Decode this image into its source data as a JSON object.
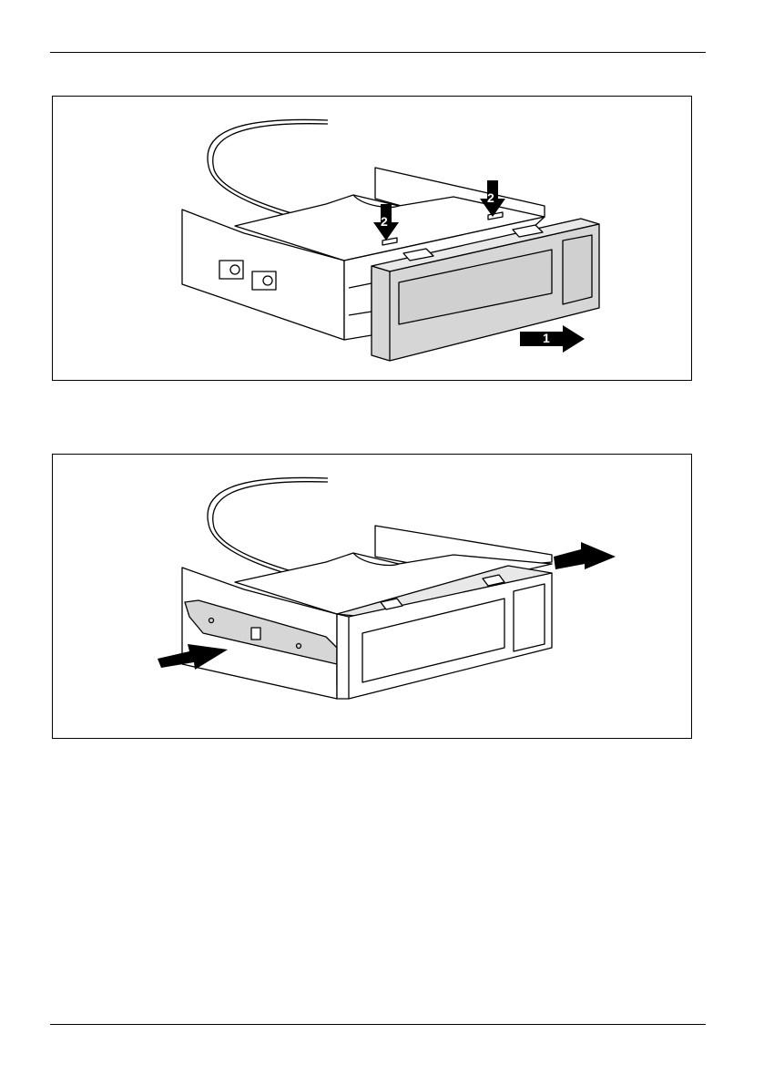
{
  "page": {
    "header_rule": true,
    "footer_rule": true
  },
  "figure_1": {
    "callouts": {
      "step_1": "1",
      "step_2a": "2",
      "step_2b": "2"
    }
  },
  "figure_2": {
    "arrows": [
      "push-in-left-arrow",
      "pull-out-right-arrow"
    ]
  },
  "colors": {
    "line": "#000000",
    "panel_fill": "#d6d6d6",
    "arrow_fill": "#000000",
    "background": "#ffffff"
  }
}
